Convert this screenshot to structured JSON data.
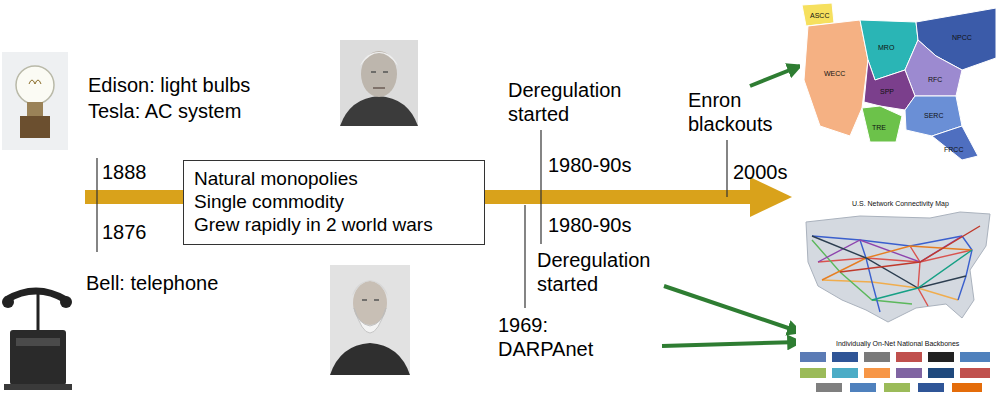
{
  "diagram": {
    "nodes": [
      {
        "text": [
          "Natural monopolies",
          "Single commodity",
          "Grew rapidly in 2 world wars"
        ]
      }
    ],
    "labels": [
      "Edison: light bulbs",
      "Tesla: AC system",
      "1888",
      "1876",
      "Bell: telephone",
      "Deregulation started",
      "1980-90s",
      "1980-90s",
      "Deregulation started",
      "1969: DARPAnet",
      "Enron blackouts",
      "2000s",
      "ASCC",
      "WECC",
      "MRO",
      "NPCC",
      "RFC",
      "SPP",
      "SERC",
      "TRE",
      "FRCC",
      "U.S. Network Connectivity Map",
      "Individually On-Net National Backbones"
    ]
  }
}
